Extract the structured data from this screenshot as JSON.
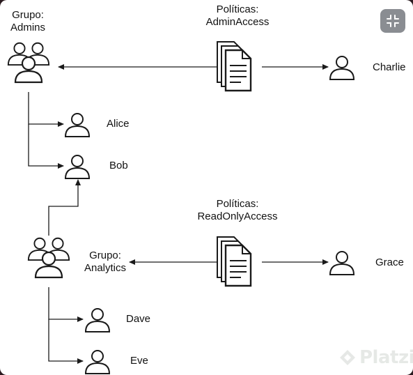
{
  "groups": [
    {
      "prefix": "Grupo:",
      "name": "Admins"
    },
    {
      "prefix": "Grupo:",
      "name": "Analytics"
    }
  ],
  "policies": [
    {
      "prefix": "Políticas:",
      "name": "AdminAccess"
    },
    {
      "prefix": "Políticas:",
      "name": "ReadOnlyAccess"
    }
  ],
  "users": {
    "charlie": "Charlie",
    "alice": "Alice",
    "bob": "Bob",
    "grace": "Grace",
    "dave": "Dave",
    "eve": "Eve"
  },
  "toolbar": {
    "collapse_icon": "collapse-icon"
  },
  "watermark": {
    "text": "Platzi"
  },
  "colors": {
    "stroke": "#1a1a1a",
    "background": "#ffffff",
    "button": "#8a8d92"
  }
}
